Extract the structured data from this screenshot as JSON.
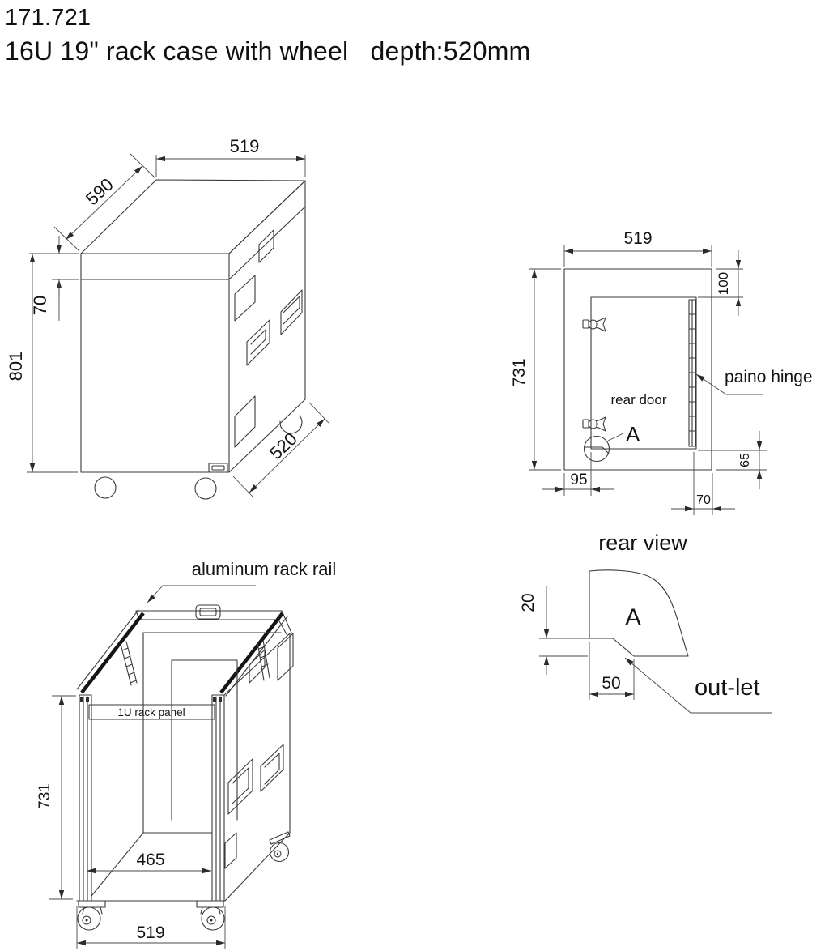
{
  "title": {
    "model": "171.721",
    "subtitle": "16U 19\" rack case with wheel   depth:520mm"
  },
  "isometric_view": {
    "dim_top_width": "519",
    "dim_depth": "590",
    "dim_lid_height": "70",
    "dim_total_height": "801",
    "dim_bottom_depth": "520"
  },
  "rear_view": {
    "caption": "rear view",
    "dim_width": "519",
    "dim_height": "731",
    "dim_door_top": "100",
    "dim_door_left": "95",
    "dim_hinge_right": "70",
    "dim_door_bottom": "65",
    "label_hinge": "paino hinge",
    "label_door": "rear door",
    "label_detail": "A"
  },
  "front_view": {
    "label_rack_rail": "aluminum rack rail",
    "label_rack_panel": "1U rack panel",
    "dim_height": "731",
    "dim_inner_width": "465",
    "dim_width": "519"
  },
  "detail_view": {
    "label_detail": "A",
    "label_outlet": "out-let",
    "dim_notch_height": "20",
    "dim_notch_width": "50"
  }
}
